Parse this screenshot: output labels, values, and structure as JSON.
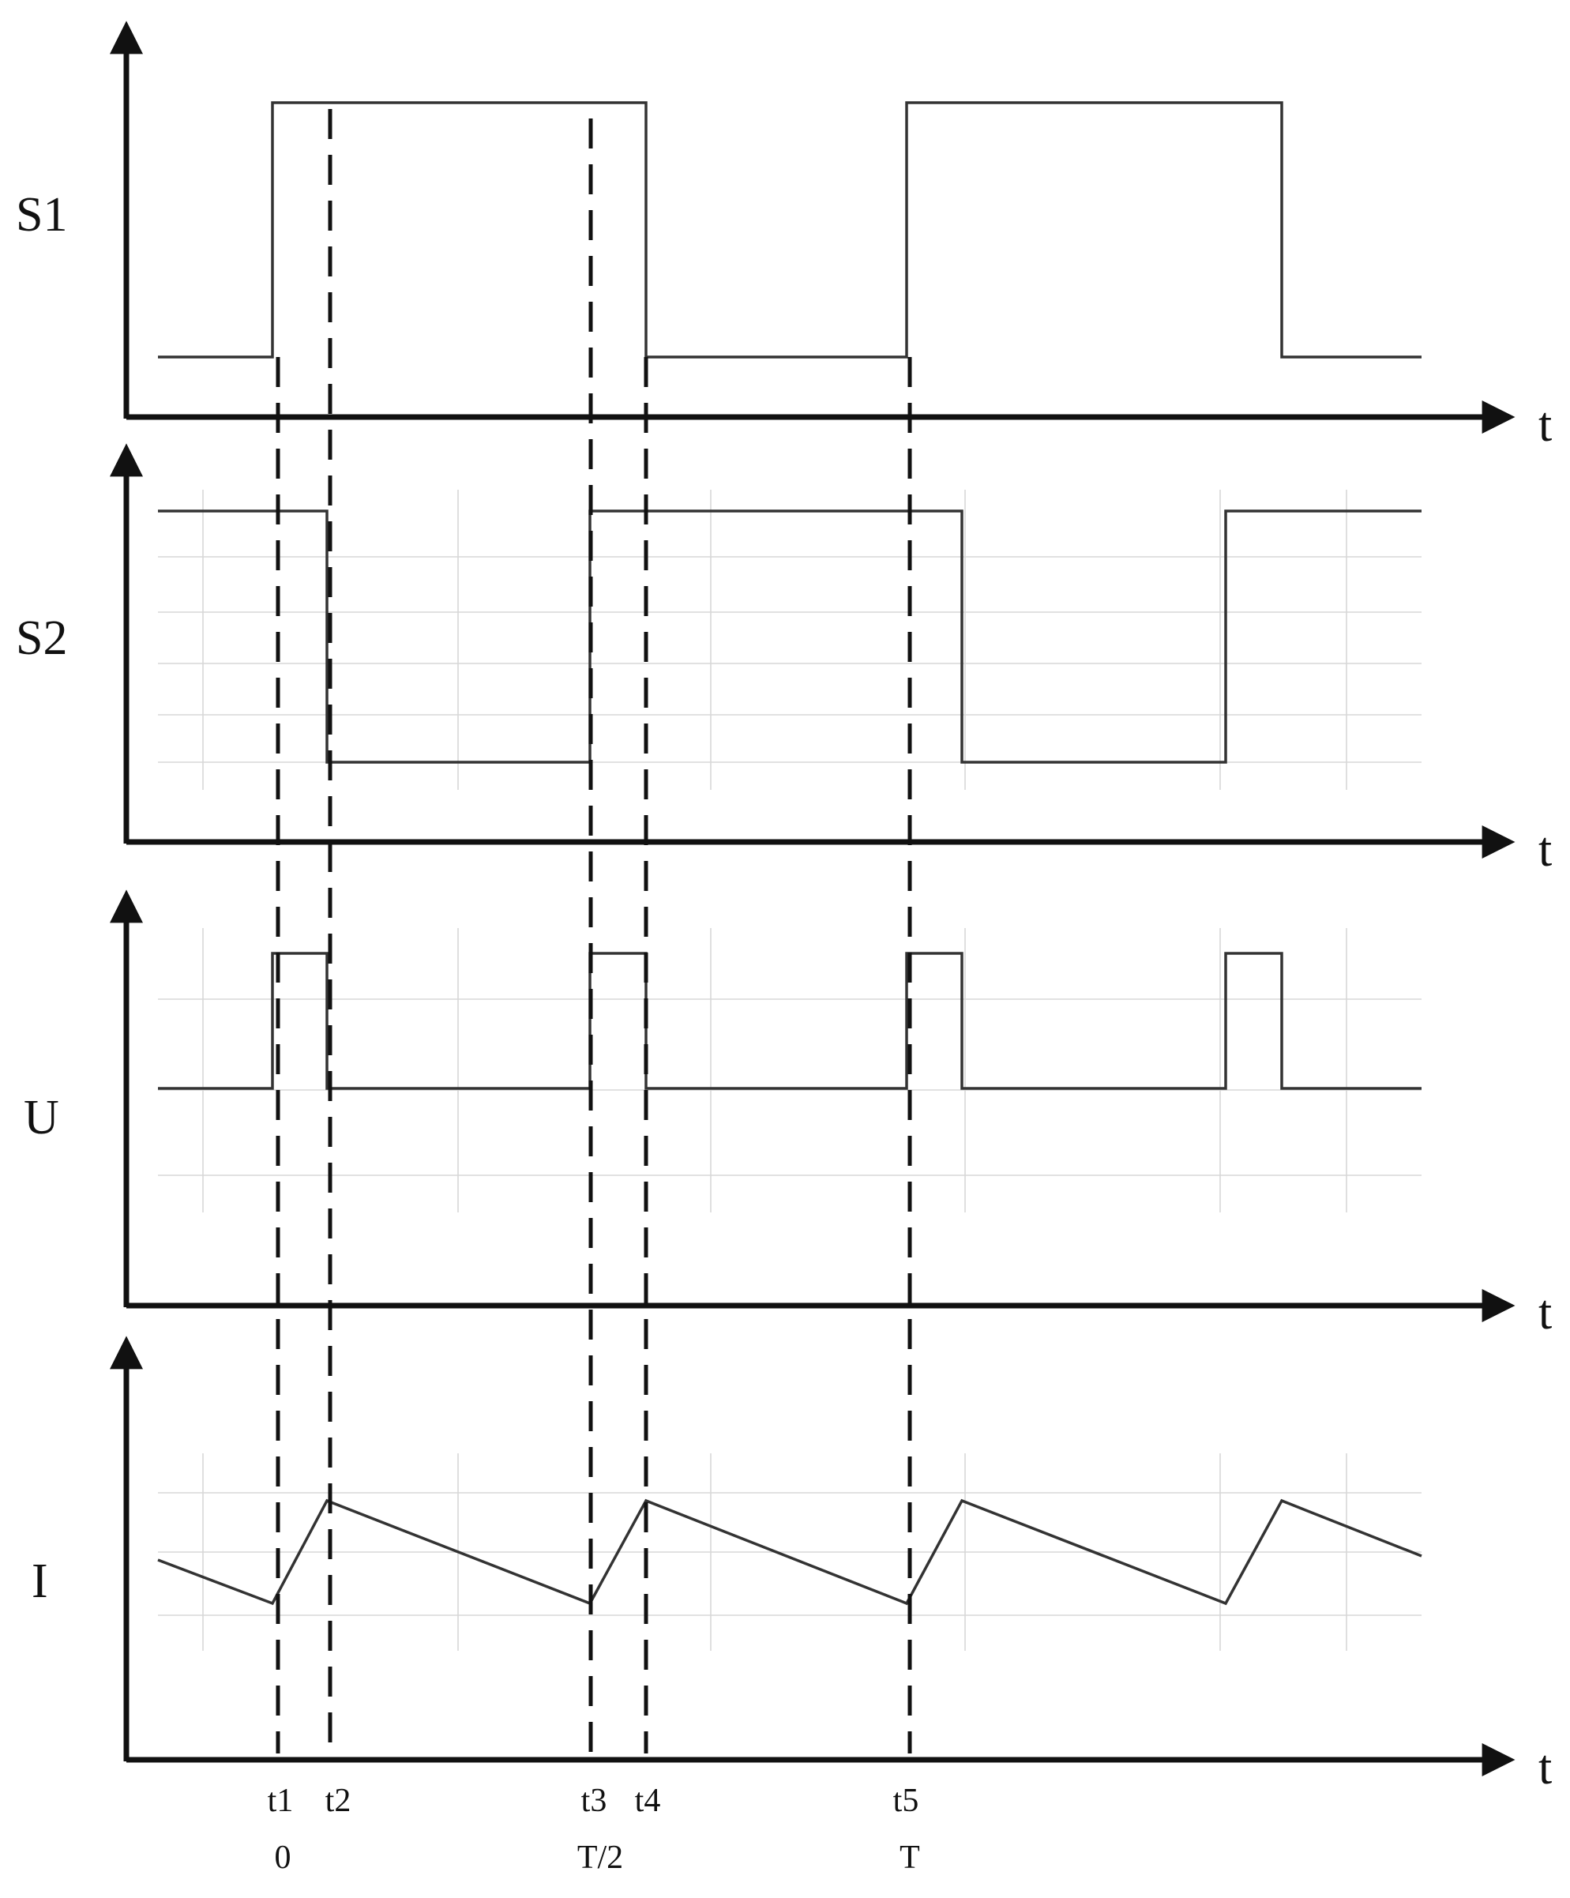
{
  "signals": [
    {
      "id": "s1",
      "label": "S1",
      "axis_label": "t"
    },
    {
      "id": "s2",
      "label": "S2",
      "axis_label": "t"
    },
    {
      "id": "u",
      "label": "U",
      "axis_label": "t"
    },
    {
      "id": "i",
      "label": "I",
      "axis_label": "t"
    }
  ],
  "markers": [
    {
      "name": "t1",
      "sub": "0"
    },
    {
      "name": "t2",
      "sub": ""
    },
    {
      "name": "t3",
      "sub": "T/2"
    },
    {
      "name": "t4",
      "sub": ""
    },
    {
      "name": "t5",
      "sub": "T"
    }
  ],
  "colors": {
    "axis": "#111111",
    "waveform": "#333333",
    "grid": "#d7d7d7"
  }
}
